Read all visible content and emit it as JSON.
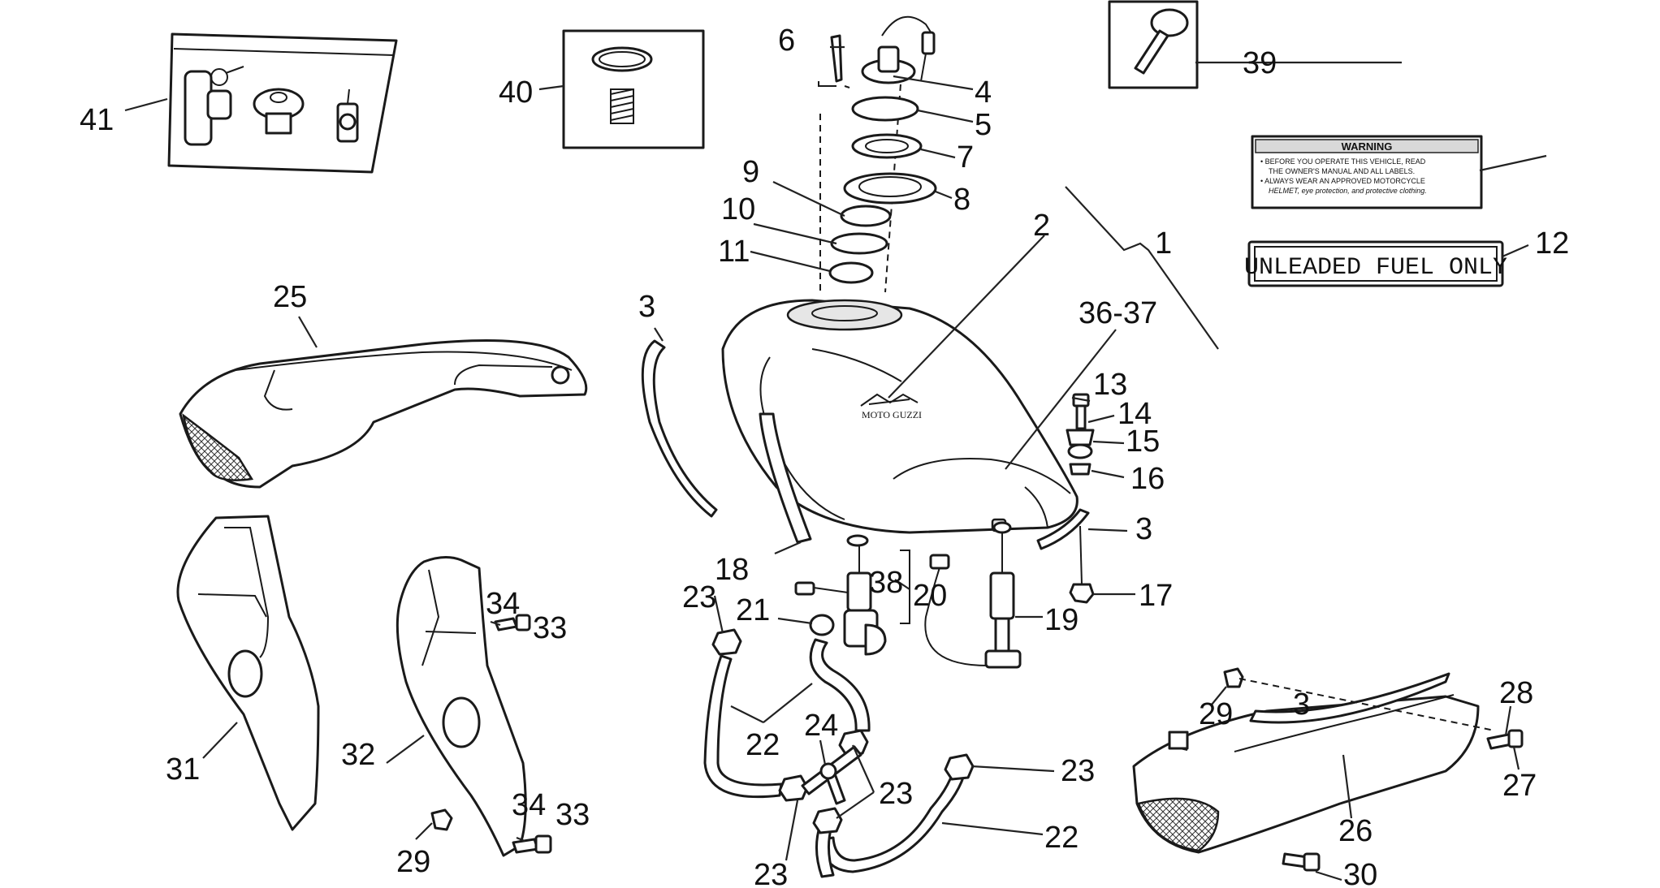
{
  "callouts": {
    "c1": "1",
    "c2": "2",
    "c3a": "3",
    "c3b": "3",
    "c3c": "3",
    "c4": "4",
    "c5": "5",
    "c6": "6",
    "c7": "7",
    "c8": "8",
    "c9": "9",
    "c10": "10",
    "c11": "11",
    "c12": "12",
    "c13": "13",
    "c14": "14",
    "c15": "15",
    "c16": "16",
    "c17": "17",
    "c18": "18",
    "c19": "19",
    "c20": "20",
    "c21": "21",
    "c22a": "22",
    "c22b": "22",
    "c23a": "23",
    "c23b": "23",
    "c23c": "23",
    "c23d": "23",
    "c24": "24",
    "c25": "25",
    "c26": "26",
    "c27": "27",
    "c28": "28",
    "c29a": "29",
    "c29b": "29",
    "c30": "30",
    "c31": "31",
    "c32": "32",
    "c33a": "33",
    "c33b": "33",
    "c34a": "34",
    "c34b": "34",
    "c3637": "36-37",
    "c38": "38",
    "c39": "39",
    "c40": "40",
    "c41": "41"
  },
  "labels": {
    "unleaded": "UNLEADED FUEL ONLY",
    "warning_title": "WARNING",
    "warning_line1": "• BEFORE YOU OPERATE THIS VEHICLE, READ",
    "warning_line2": "THE OWNER'S MANUAL AND ALL LABELS.",
    "warning_line3": "• ALWAYS WEAR AN APPROVED MOTORCYCLE",
    "warning_line4": "HELMET, eye protection, and protective clothing.",
    "tank_logo": "MOTO GUZZI"
  }
}
